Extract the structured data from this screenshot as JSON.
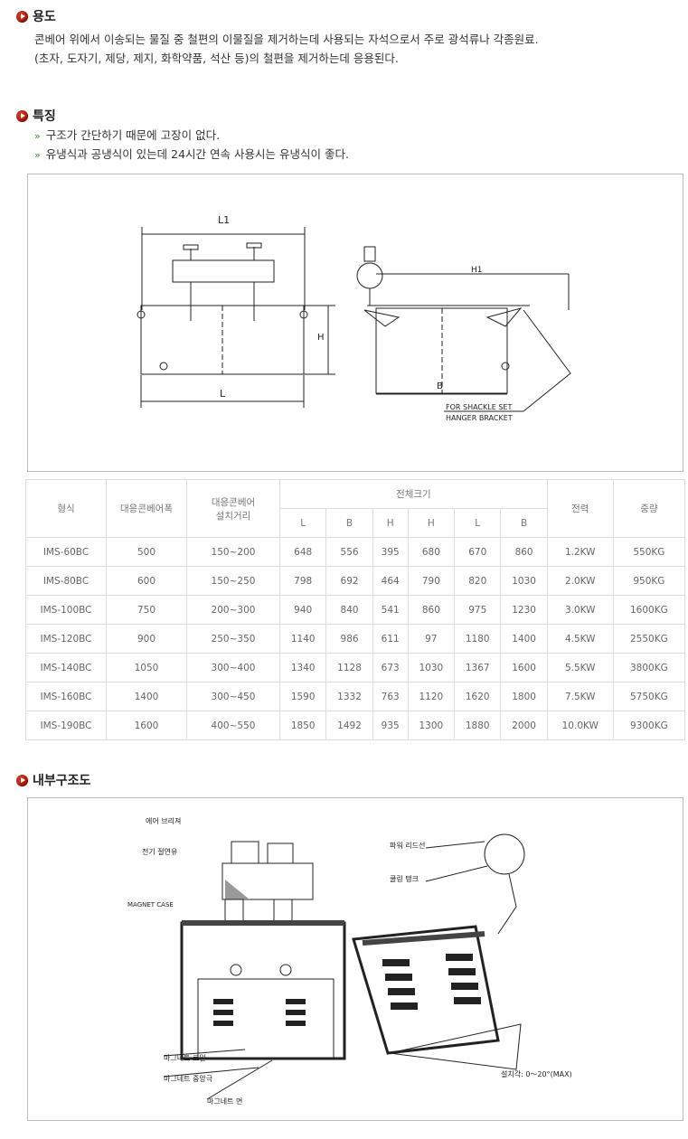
{
  "usage": {
    "title": "용도",
    "lines": [
      "콘베어 위에서 이송되는 물질 중 철편의 이물질을 제거하는데 사용되는 자석으로서 주로 광석류나 각종원료.",
      "(초자, 도자기, 제당, 제지, 화학약품,  석산 등)의 철편을 제거하는데 응용된다."
    ]
  },
  "features": {
    "title": "특징",
    "items": [
      "구조가 간단하기 때문에 고장이 없다.",
      "유냉식과 공냉식이 있는데 24시간 연속 사용시는 유냉식이 좋다."
    ]
  },
  "drawing1": {
    "labels": {
      "l1": "L1",
      "h": "H",
      "l": "L",
      "h1": "H1",
      "b": "B",
      "shackle": "FOR SHACKLE SET",
      "hanger": "HANGER BRACKET"
    }
  },
  "table": {
    "headers": {
      "model": "형식",
      "width": "대응콘베어폭",
      "dist": "대응콘베어\n설치거리",
      "size": "전체크기",
      "power": "전력",
      "weight": "중량",
      "sub": [
        "L",
        "B",
        "H",
        "H",
        "L",
        "B"
      ]
    },
    "rows": [
      [
        "IMS-60BC",
        "500",
        "150~200",
        "648",
        "556",
        "395",
        "680",
        "670",
        "860",
        "1.2KW",
        "550KG"
      ],
      [
        "IMS-80BC",
        "600",
        "150~250",
        "798",
        "692",
        "464",
        "790",
        "820",
        "1030",
        "2.0KW",
        "950KG"
      ],
      [
        "IMS-100BC",
        "750",
        "200~300",
        "940",
        "840",
        "541",
        "860",
        "975",
        "1230",
        "3.0KW",
        "1600KG"
      ],
      [
        "IMS-120BC",
        "900",
        "250~350",
        "1140",
        "986",
        "611",
        "97",
        "1180",
        "1400",
        "4.5KW",
        "2550KG"
      ],
      [
        "IMS-140BC",
        "1050",
        "300~400",
        "1340",
        "1128",
        "673",
        "1030",
        "1367",
        "1600",
        "5.5KW",
        "3800KG"
      ],
      [
        "IMS-160BC",
        "1400",
        "300~450",
        "1590",
        "1332",
        "763",
        "1120",
        "1620",
        "1800",
        "7.5KW",
        "5750KG"
      ],
      [
        "IMS-190BC",
        "1600",
        "400~550",
        "1850",
        "1492",
        "935",
        "1300",
        "1880",
        "2000",
        "10.0KW",
        "9300KG"
      ]
    ]
  },
  "internal": {
    "title": "내부구조도",
    "labels": {
      "breather": "에어 브리져",
      "oil": "전기 절연유",
      "case": "MAGNET CASE",
      "coil": "마그네트 코일",
      "pole": "마그네트 중앙극",
      "face": "마그네트 면",
      "lead": "파워 리드선",
      "tank": "쿨링 탱크",
      "angle": "설치각: 0～20°(MAX)"
    }
  }
}
